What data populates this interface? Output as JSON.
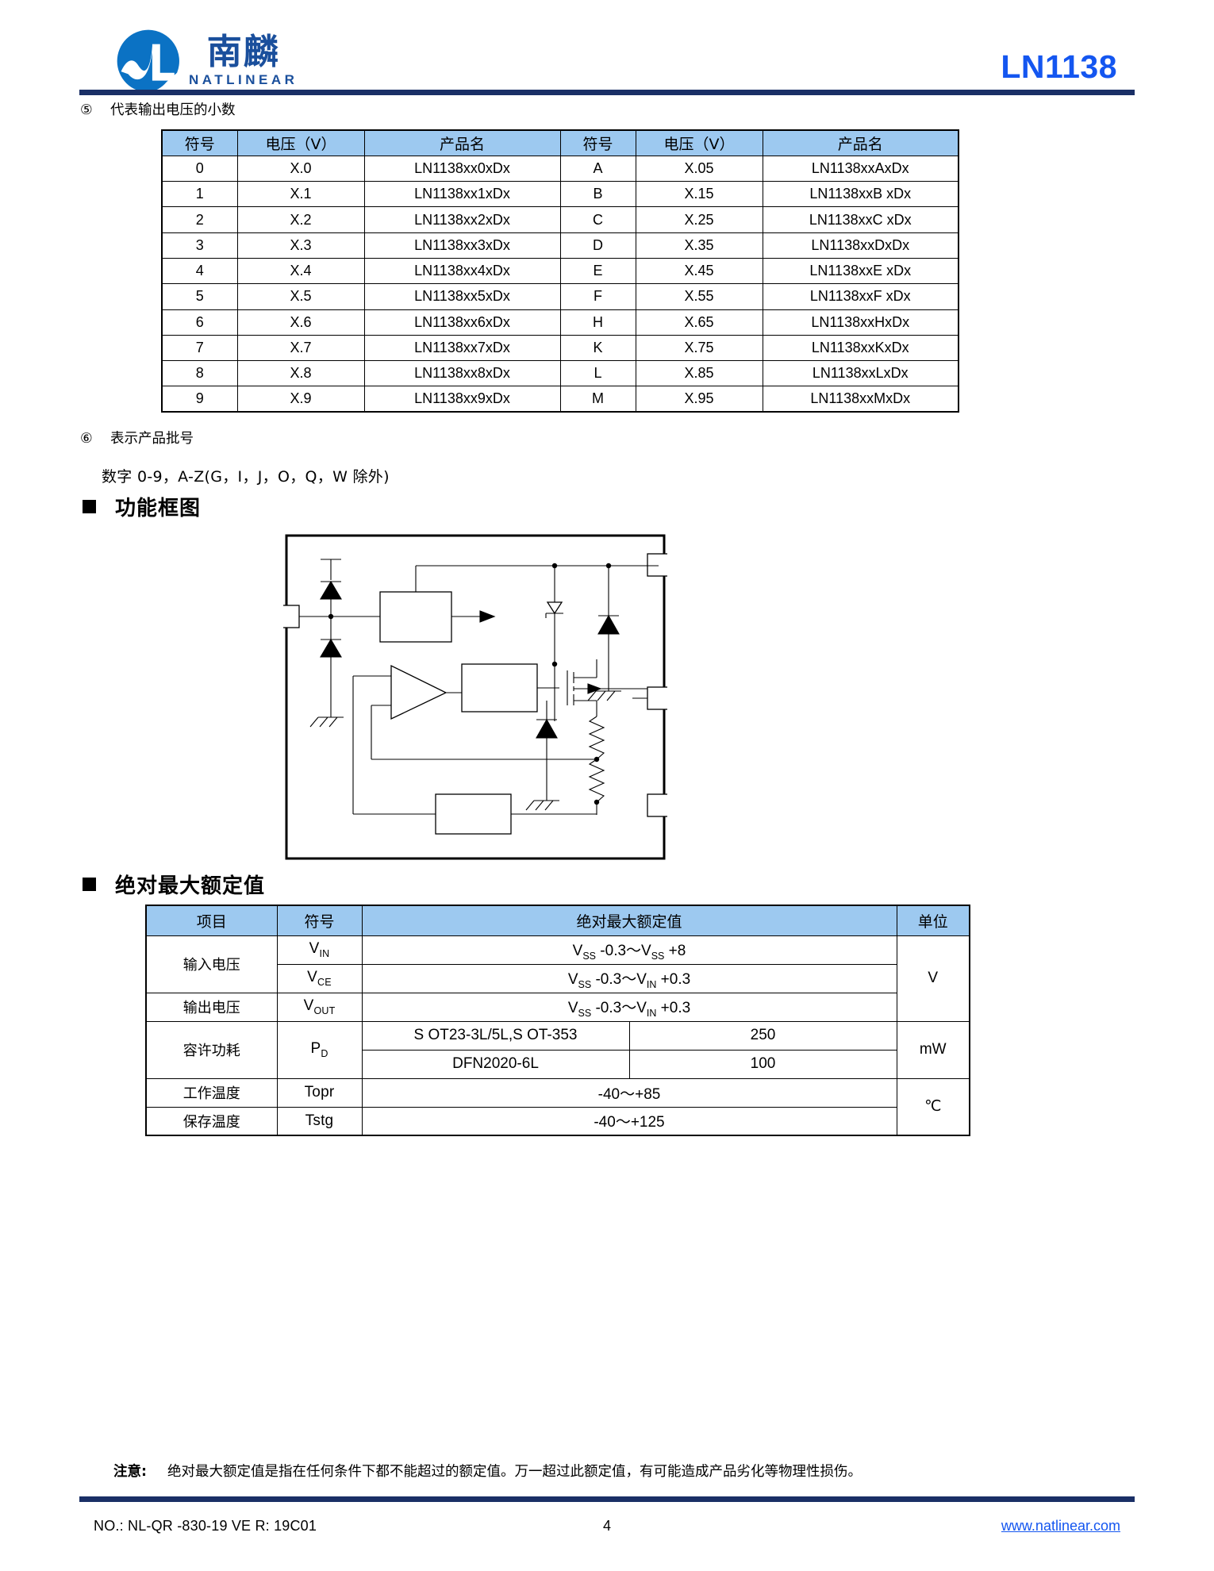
{
  "header": {
    "logo_cn": "南麟",
    "logo_en": "NATLINEAR",
    "part_number": "LN1138",
    "logo_icon": "wave-logo-icon"
  },
  "item5": {
    "marker": "⑤",
    "text": "代表输出电压的小数"
  },
  "voltage_table": {
    "headers": [
      "符号",
      "电压（V）",
      "产品名",
      "符号",
      "电压（V）",
      "产品名"
    ],
    "rows": [
      [
        "0",
        "X.0",
        "LN1138xx0xDx",
        "A",
        "X.05",
        "LN1138xxAxDx"
      ],
      [
        "1",
        "X.1",
        "LN1138xx1xDx",
        "B",
        "X.15",
        "LN1138xxB xDx"
      ],
      [
        "2",
        "X.2",
        "LN1138xx2xDx",
        "C",
        "X.25",
        "LN1138xxC xDx"
      ],
      [
        "3",
        "X.3",
        "LN1138xx3xDx",
        "D",
        "X.35",
        "LN1138xxDxDx"
      ],
      [
        "4",
        "X.4",
        "LN1138xx4xDx",
        "E",
        "X.45",
        "LN1138xxE xDx"
      ],
      [
        "5",
        "X.5",
        "LN1138xx5xDx",
        "F",
        "X.55",
        "LN1138xxF xDx"
      ],
      [
        "6",
        "X.6",
        "LN1138xx6xDx",
        "H",
        "X.65",
        "LN1138xxHxDx"
      ],
      [
        "7",
        "X.7",
        "LN1138xx7xDx",
        "K",
        "X.75",
        "LN1138xxKxDx"
      ],
      [
        "8",
        "X.8",
        "LN1138xx8xDx",
        "L",
        "X.85",
        "LN1138xxLxDx"
      ],
      [
        "9",
        "X.9",
        "LN1138xx9xDx",
        "M",
        "X.95",
        "LN1138xxMxDx"
      ]
    ]
  },
  "item6": {
    "marker": "⑥",
    "text": "表示产品批号",
    "detail": "数字 0-9，A-Z(G，I，J，O，Q，W 除外)"
  },
  "sections": {
    "block_diagram": "功能框图",
    "abs_max": "绝对最大额定值"
  },
  "absmax_table": {
    "headers": [
      "项目",
      "符号",
      "绝对最大额定值",
      "单位"
    ],
    "rows": [
      {
        "item": "输入电压",
        "symbol": "V_IN",
        "value": "V_SS -0.3～V_SS +8",
        "unit": "V"
      },
      {
        "item": "",
        "symbol": "V_CE",
        "value": "V_SS -0.3～V_IN +0.3",
        "unit": ""
      },
      {
        "item": "输出电压",
        "symbol": "V_OUT",
        "value": "V_SS -0.3～V_IN +0.3",
        "unit": ""
      },
      {
        "item": "容许功耗",
        "symbol": "P_D",
        "value": "S OT23-3L/5L,S OT-353",
        "value2": "250",
        "unit": "mW"
      },
      {
        "item": "",
        "symbol": "",
        "value": "DFN2020-6L",
        "value2": "100",
        "unit": ""
      },
      {
        "item": "工作温度",
        "symbol": "Topr",
        "value": "-40～+85",
        "unit": "℃"
      },
      {
        "item": "保存温度",
        "symbol": "Tstg",
        "value": "-40～+125",
        "unit": ""
      }
    ]
  },
  "note": {
    "label": "注意:",
    "text": "绝对最大额定值是指在任何条件下都不能超过的额定值。万一超过此额定值，有可能造成产品劣化等物理性损伤。"
  },
  "footer": {
    "doc_no": "NO.: NL-QR -830-19 VE R: 19C01",
    "page": "4",
    "website": "www.natlinear.com"
  }
}
